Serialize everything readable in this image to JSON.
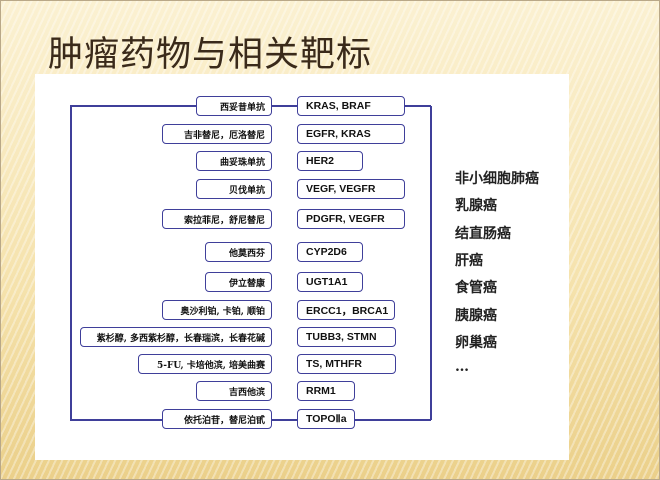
{
  "title": "肿瘤药物与相关靶标",
  "rows": [
    {
      "drug": "西妥昔单抗",
      "target": "KRAS, BRAF"
    },
    {
      "drug": "吉非替尼，厄洛替尼",
      "target": "EGFR, KRAS"
    },
    {
      "drug": "曲妥珠单抗",
      "target": "HER2"
    },
    {
      "drug": "贝伐单抗",
      "target": "VEGF, VEGFR"
    },
    {
      "drug": "索拉菲尼，舒尼替尼",
      "target": "PDGFR, VEGFR"
    },
    {
      "drug": "他莫西芬",
      "target": "CYP2D6"
    },
    {
      "drug": "伊立替康",
      "target": "UGT1A1"
    },
    {
      "drug": "奥沙利铂, 卡铂, 顺铂",
      "target": "ERCC1，BRCA1"
    },
    {
      "drug": "紫杉醇, 多西紫杉醇，长春瑞滨，长春花碱",
      "target": "TUBB3, STMN"
    },
    {
      "drug": "5-FU, 卡培他滨, 培美曲赛",
      "target": "TS, MTHFR"
    },
    {
      "drug": "吉西他滨",
      "target": "RRM1"
    },
    {
      "drug": "依托泊苷，替尼泊甙",
      "target": "TOPOⅡa"
    }
  ],
  "cancers": [
    "非小细胞肺癌",
    "乳腺癌",
    "结直肠癌",
    "肝癌",
    "食管癌",
    "胰腺癌",
    "卵巢癌",
    "…"
  ],
  "colors": {
    "line": "#3f3f9a"
  }
}
